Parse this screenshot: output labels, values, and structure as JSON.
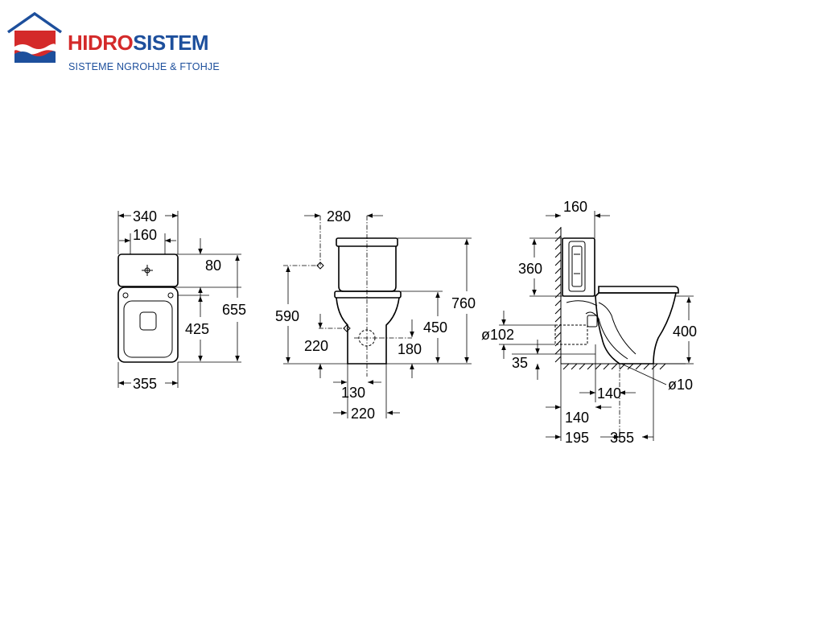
{
  "brand": {
    "name_part1": "HIDRO",
    "name_part2": "SISTEM",
    "tagline": "SISTEME NGROHJE & FTOHJE",
    "logo_icon": "house-roof-waves-icon",
    "colors": {
      "red": "#d42a2a",
      "blue": "#1d4f9c"
    }
  },
  "views": {
    "top": {
      "width_total": "340",
      "width_inner": "160",
      "depth_tank": "80",
      "depth_seat": "425",
      "depth_total": "655",
      "width_base": "355"
    },
    "front": {
      "tank_width": "280",
      "height_total": "760",
      "supply_height": "590",
      "seat_height": "450",
      "waste_height": "220",
      "pedestal_height": "180",
      "waste_offset": "130",
      "base_width": "220"
    },
    "side": {
      "tank_depth": "160",
      "tank_height": "360",
      "seat_height": "400",
      "outlet_diameter": "ø102",
      "outlet_offset": "35",
      "outlet_depth": "140",
      "fixing_hole": "ø10",
      "wall_to_outlet": "140",
      "wall_to_fixing": "195",
      "base_depth": "355"
    }
  }
}
